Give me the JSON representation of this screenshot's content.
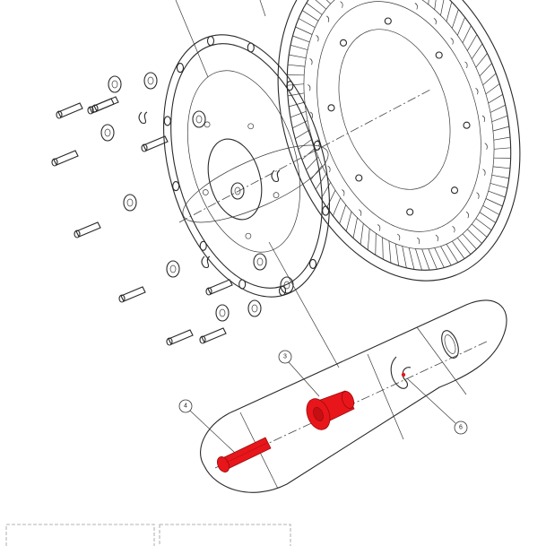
{
  "callouts": [
    {
      "id": "callout-3",
      "label": "3"
    },
    {
      "id": "callout-4",
      "label": "4"
    },
    {
      "id": "callout-6",
      "label": "6"
    }
  ],
  "colors": {
    "line": "#2a2a2a",
    "highlight": "#e8161b",
    "background": "#ffffff",
    "frame": "#9a9a9a"
  },
  "highlighted_parts": [
    "callout-3",
    "callout-4",
    "callout-6"
  ]
}
